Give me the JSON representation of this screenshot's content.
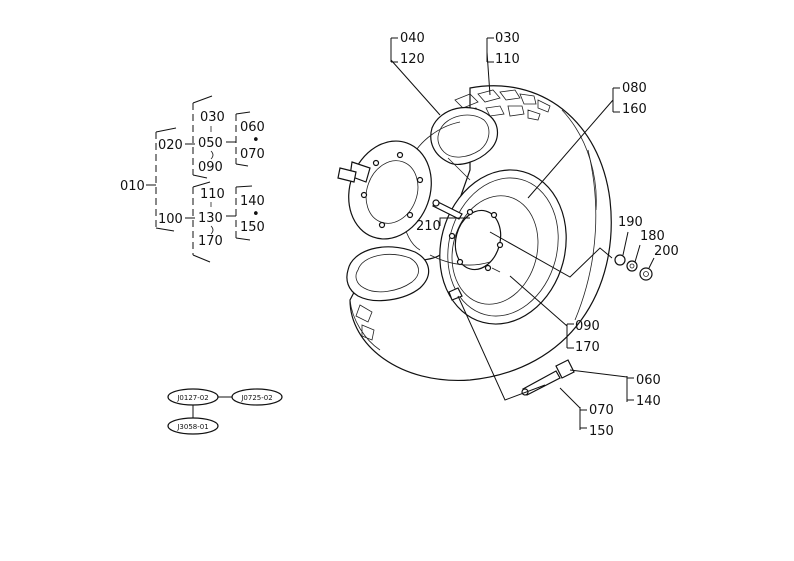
{
  "tree": {
    "root": "010",
    "upper": {
      "key": "020",
      "first": "030",
      "second": "050",
      "third": "090",
      "pair_top": "060",
      "pair_bottom": "070"
    },
    "lower": {
      "key": "100",
      "first": "110",
      "second": "130",
      "third": "170",
      "pair_top": "140",
      "pair_bottom": "150"
    }
  },
  "callouts": {
    "c040": "040",
    "c120": "120",
    "c030": "030",
    "c110": "110",
    "c080": "080",
    "c160": "160",
    "c210": "210",
    "c190": "190",
    "c180": "180",
    "c200": "200",
    "c090": "090",
    "c170": "170",
    "c060": "060",
    "c140": "140",
    "c070": "070",
    "c150": "150"
  },
  "refs": {
    "left": "J0127-02",
    "right": "J0725-02",
    "bottom": "J3058-01"
  }
}
